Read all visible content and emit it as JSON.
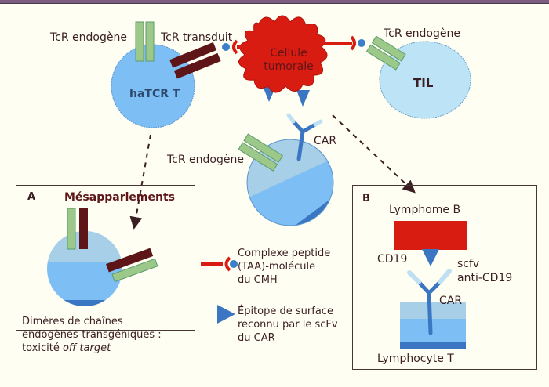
{
  "colors": {
    "background": "#fefef2",
    "tumor_red": "#d91c12",
    "tcell_blue": "#7dbef5",
    "tcell_light": "#a8d2f0",
    "til_blue": "#bde3f6",
    "car_blue": "#3b76c2",
    "scfv_light": "#bfe0f3",
    "tcr_green": "#9cc98a",
    "tcr_dark": "#5e1518",
    "mhc_dot": "#3b7fcb",
    "text": "#3a1e22"
  },
  "labels": {
    "tcr_endogene_top": "TcR endogène",
    "tcr_transduit": "TcR transduit",
    "hatcr": "haTCR T",
    "tumor_line1": "Cellule",
    "tumor_line2": "tumorale",
    "tcr_endogene_til": "TcR endogène",
    "til": "TIL",
    "tcr_endogene_car": "TcR endogène",
    "car": "CAR"
  },
  "panel_a": {
    "letter": "A",
    "title": "Mésappariements",
    "caption_line1": "Dimères de chaînes",
    "caption_line2": "endogènes-transgéniques :",
    "caption_line3_normal": "toxicité ",
    "caption_line3_italic": "off target"
  },
  "legend": {
    "items": [
      {
        "icon": "mhc-peptide-complex-icon",
        "text": "Complexe peptide\n(TAA)-molécule\ndu CMH"
      },
      {
        "icon": "surface-epitope-triangle-icon",
        "text": "Épitope de surface\nreconnu par le scFv\ndu CAR"
      }
    ]
  },
  "panel_b": {
    "letter": "B",
    "lymphome": "Lymphome B",
    "cd19": "CD19",
    "scfv_line1": "scfv",
    "scfv_line2": "anti-CD19",
    "car": "CAR",
    "lymphocyte": "Lymphocyte T"
  }
}
